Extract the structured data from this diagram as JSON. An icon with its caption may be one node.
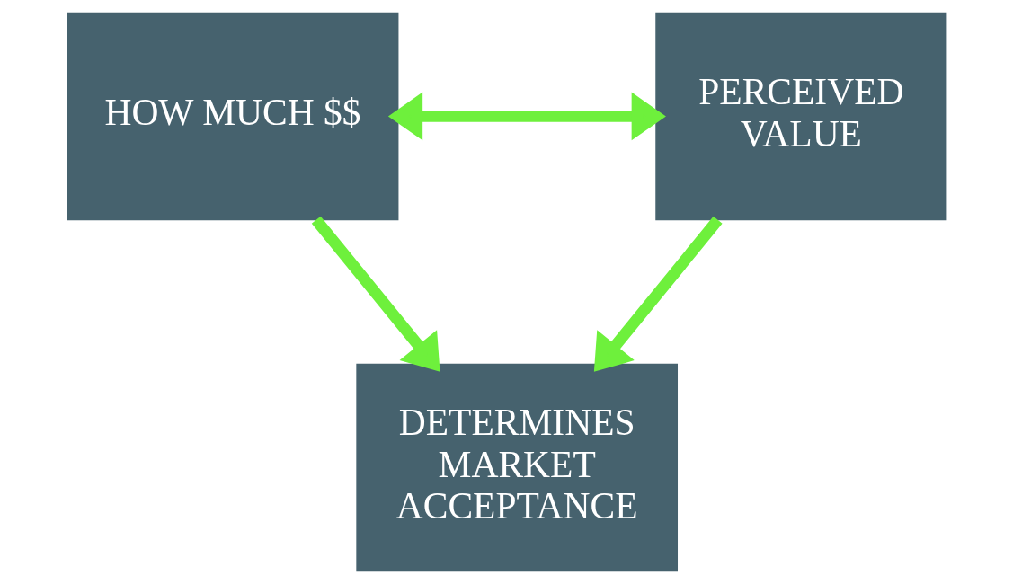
{
  "diagram": {
    "nodes": [
      {
        "text": [
          "HOW MUCH $$"
        ]
      },
      {
        "text": [
          "PERCEIVED VALUE"
        ]
      },
      {
        "text": [
          "DETERMINES MARKET ACCEPTANCE"
        ]
      }
    ],
    "edges": [
      {
        "from": 0,
        "to": 1,
        "arrow": "both"
      },
      {
        "from": 0,
        "to": 2,
        "arrow": "to"
      },
      {
        "from": 1,
        "to": 2,
        "arrow": "to"
      }
    ]
  }
}
